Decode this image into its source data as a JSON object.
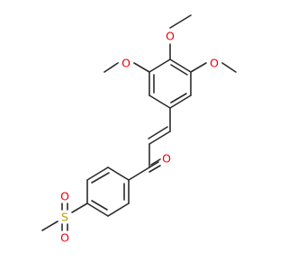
{
  "molecule": {
    "atoms": {
      "o_methoxy_top": "O",
      "o_methoxy_left": "O",
      "o_methoxy_right": "O",
      "o_ketone": "O",
      "s_sulfonyl": "S",
      "o_sulfonyl_top": "O",
      "o_sulfonyl_bottom": "O"
    },
    "colors": {
      "oxygen": "#e8000b",
      "sulfur": "#b3a400",
      "bond": "#2b2b2b"
    }
  }
}
